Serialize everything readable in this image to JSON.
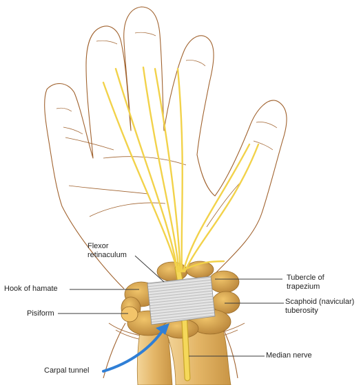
{
  "labels": {
    "flexor_retinaculum": "Flexor\nretinaculum",
    "hook_of_hamate": "Hook of hamate",
    "pisiform": "Pisiform",
    "tubercle_of_trapezium": "Tubercle of\ntrapezium",
    "scaphoid_tuberosity": "Scaphoid (navicular)\ntuberosity",
    "median_nerve": "Median nerve",
    "carpal_tunnel": "Carpal tunnel"
  },
  "colors": {
    "skin_outline": "#a0622e",
    "nerve": "#f2d24a",
    "bone": "#d9a750",
    "bone_shadow": "#b9853a",
    "retinaculum": "#d8d8d8",
    "arrow": "#2f7fd6",
    "leader": "#3a3a3a"
  }
}
